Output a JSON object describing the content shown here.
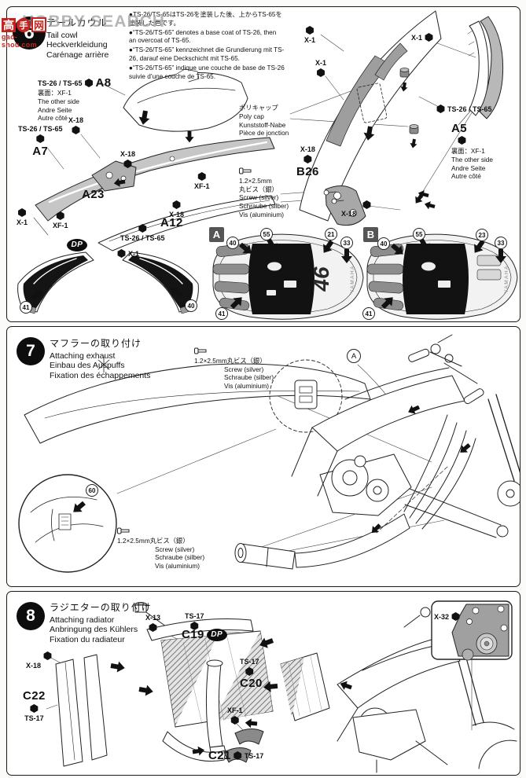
{
  "watermark": {
    "logo_cn_left": "高",
    "logo_fist": "手",
    "logo_cn_right": "网",
    "hobby_search": "HOBBY SEARCH",
    "url": "gao-shou.com"
  },
  "common": {
    "paint_ts2665": "TS-26 / TS-65",
    "paint_x1": "X-1",
    "paint_x18": "X-18",
    "paint_xf1": "XF-1",
    "paint_x13": "X-13",
    "paint_x32": "X-32",
    "paint_ts17": "TS-17",
    "dp_logo": "DP",
    "other_side": {
      "ja": "裏面：XF-1",
      "en": "The other side",
      "de": "Andre Seite",
      "fr": "Autre côté"
    },
    "screw_size": "1.2×2.5mm",
    "screw_ja": "丸ビス（銀）",
    "screw_spec_inline": "1.2×2.5mm丸ビス（銀）",
    "screw_en": "Screw (silver)",
    "screw_de": "Schraube (silber)",
    "screw_fr": "Vis (aluminium)"
  },
  "panel6": {
    "badge": "6",
    "title": {
      "ja": "テールカウル",
      "en": "Tail cowl",
      "de": "Heckverkleidung",
      "fr": "Carénage arrière"
    },
    "notes": [
      "●TS-26/TS-65はTS-26を塗装した後、上からTS-65を塗装した色です。",
      "●“TS-26/TS-65” denotes a base coat of TS-26, then an overcoat of TS-65.",
      "●“TS-26/TS-65” kennzeichnet die Grundierung mit TS-26, darauf eine Deckschicht mit TS-65.",
      "●“TS-26/TS-65” indique une couche de base de TS-26 suivie d’une couche de TS-65."
    ],
    "polycap": {
      "ja": "ポリキャップ",
      "en": "Poly cap",
      "de": "Kunststoff-Nabe",
      "fr": "Pièce de jonction"
    },
    "parts": {
      "a8": "A8",
      "a7": "A7",
      "a23": "A23",
      "a12": "A12",
      "a5": "A5",
      "b26": "B26"
    },
    "boxes": {
      "a": "A",
      "b": "B"
    },
    "decals": {
      "d21": "21",
      "d23": "23",
      "d33": "33",
      "d40": "40",
      "d41": "41",
      "d55": "55"
    },
    "seat_art": {
      "number": "46",
      "brand": "YAMAHA"
    }
  },
  "panel7": {
    "badge": "7",
    "title": {
      "ja": "マフラーの取り付け",
      "en": "Attaching exhaust",
      "de": "Einbau des Auspuffs",
      "fr": "Fixation des échappements"
    },
    "ref_a": "A",
    "decal_60": "60"
  },
  "panel8": {
    "badge": "8",
    "title": {
      "ja": "ラジエターの取り付け",
      "en": "Attaching radiator",
      "de": "Anbringung des Kühlers",
      "fr": "Fixation du radiateur"
    },
    "parts": {
      "c19": "C19",
      "c20": "C20",
      "c21": "C21",
      "c22": "C22"
    }
  }
}
